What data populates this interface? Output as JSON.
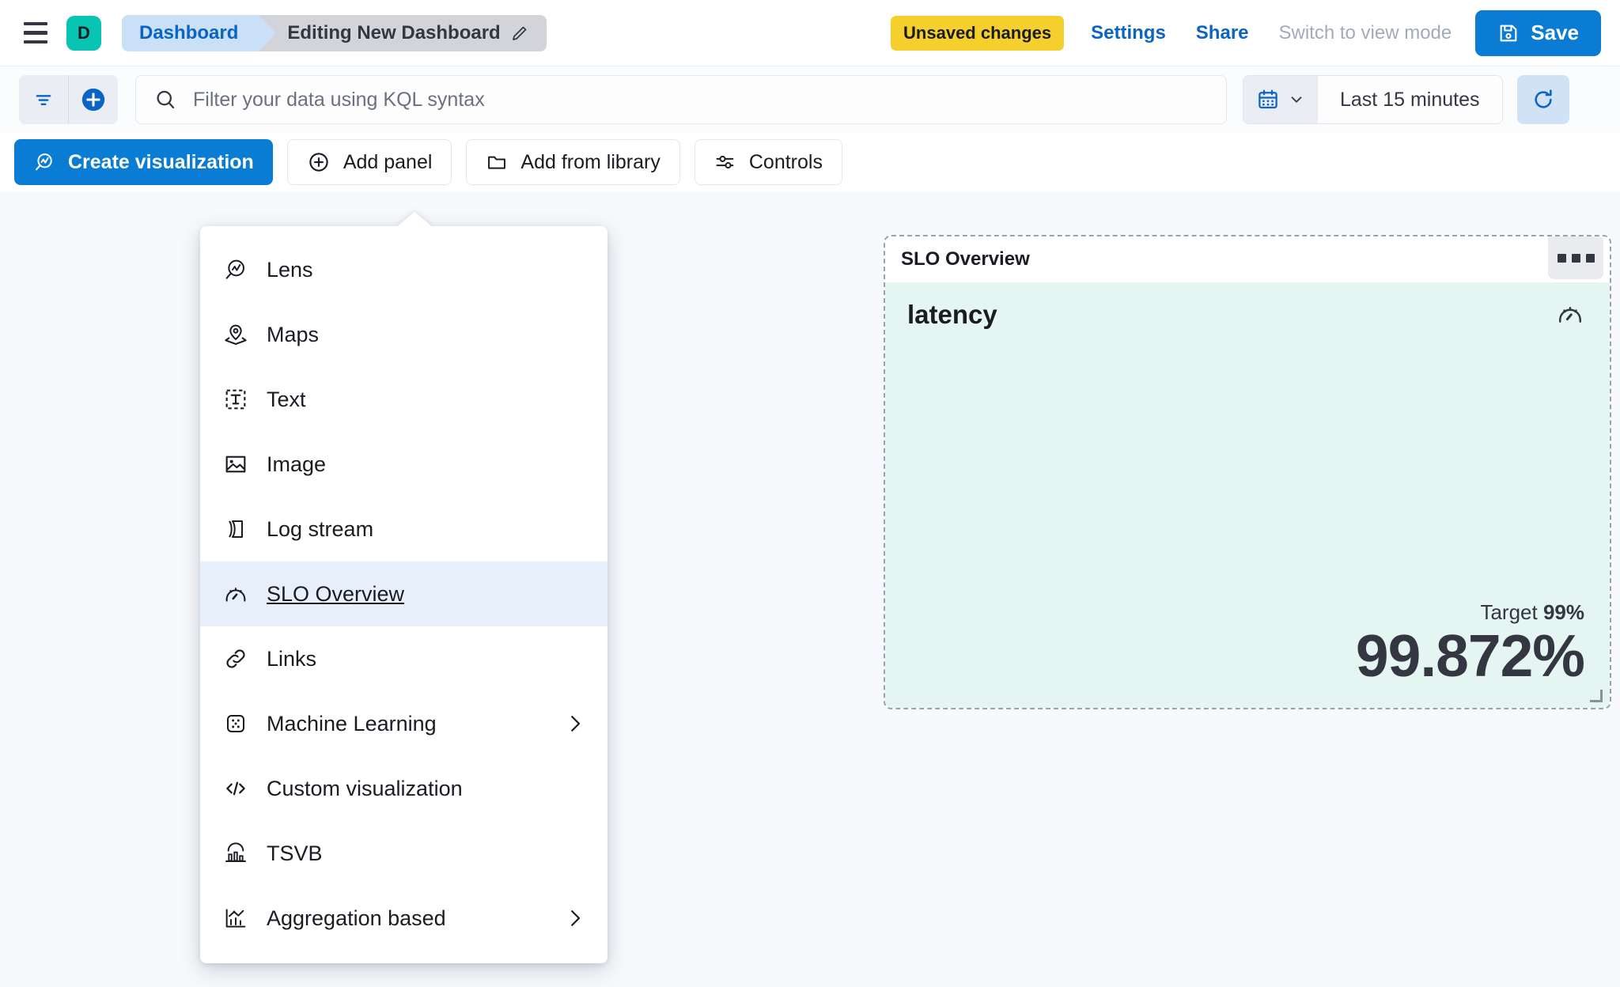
{
  "header": {
    "menu_icon": "hamburger-icon",
    "avatar_letter": "D",
    "breadcrumb_root": "Dashboard",
    "breadcrumb_current": "Editing New Dashboard",
    "edit_icon": "pencil-icon",
    "unsaved_badge": "Unsaved changes",
    "settings_link": "Settings",
    "share_link": "Share",
    "view_mode_link": "Switch to view mode",
    "save_label": "Save",
    "save_icon": "save-disk-icon",
    "colors": {
      "avatar": "#08c4b2",
      "badge": "#f5cf2c",
      "primary": "#0b7cd4",
      "link": "#0b64c4",
      "muted": "#a2abba"
    }
  },
  "query_bar": {
    "filter_icon": "filter-icon",
    "add_filter_icon": "add-circle-icon",
    "search_icon": "search-icon",
    "search_value": "",
    "search_placeholder": "Filter your data using KQL syntax",
    "calendar_icon": "calendar-icon",
    "calendar_chevron": "chevron-down-icon",
    "time_range": "Last 15 minutes",
    "refresh_icon": "refresh-icon"
  },
  "toolbar": {
    "create_visualization": "Create visualization",
    "create_visualization_icon": "lens-icon",
    "add_panel": "Add panel",
    "add_panel_icon": "plus-circle-icon",
    "add_from_library": "Add from library",
    "add_from_library_icon": "folder-icon",
    "controls": "Controls",
    "controls_icon": "sliders-icon"
  },
  "add_panel_menu": {
    "items": [
      {
        "label": "Lens",
        "icon": "lens-icon",
        "has_submenu": false,
        "selected": false
      },
      {
        "label": "Maps",
        "icon": "map-pin-icon",
        "has_submenu": false,
        "selected": false
      },
      {
        "label": "Text",
        "icon": "text-box-icon",
        "has_submenu": false,
        "selected": false
      },
      {
        "label": "Image",
        "icon": "image-icon",
        "has_submenu": false,
        "selected": false
      },
      {
        "label": "Log stream",
        "icon": "log-stream-icon",
        "has_submenu": false,
        "selected": false
      },
      {
        "label": "SLO Overview",
        "icon": "gauge-icon",
        "has_submenu": false,
        "selected": true
      },
      {
        "label": "Links",
        "icon": "link-icon",
        "has_submenu": false,
        "selected": false
      },
      {
        "label": "Machine Learning",
        "icon": "ml-icon",
        "has_submenu": true,
        "selected": false
      },
      {
        "label": "Custom visualization",
        "icon": "code-icon",
        "has_submenu": false,
        "selected": false
      },
      {
        "label": "TSVB",
        "icon": "tsvb-icon",
        "has_submenu": false,
        "selected": false
      },
      {
        "label": "Aggregation based",
        "icon": "agg-chart-icon",
        "has_submenu": true,
        "selected": false
      }
    ]
  },
  "slo_panel": {
    "title": "SLO Overview",
    "panel_menu_icon": "panel-context-menu-icon",
    "metric_name": "latency",
    "metric_icon": "gauge-icon",
    "target_label": "Target",
    "target_value": "99%",
    "sli_value": "99.872%",
    "body_color": "#e4f5f2",
    "resize_handle_icon": "resize-handle-icon"
  }
}
